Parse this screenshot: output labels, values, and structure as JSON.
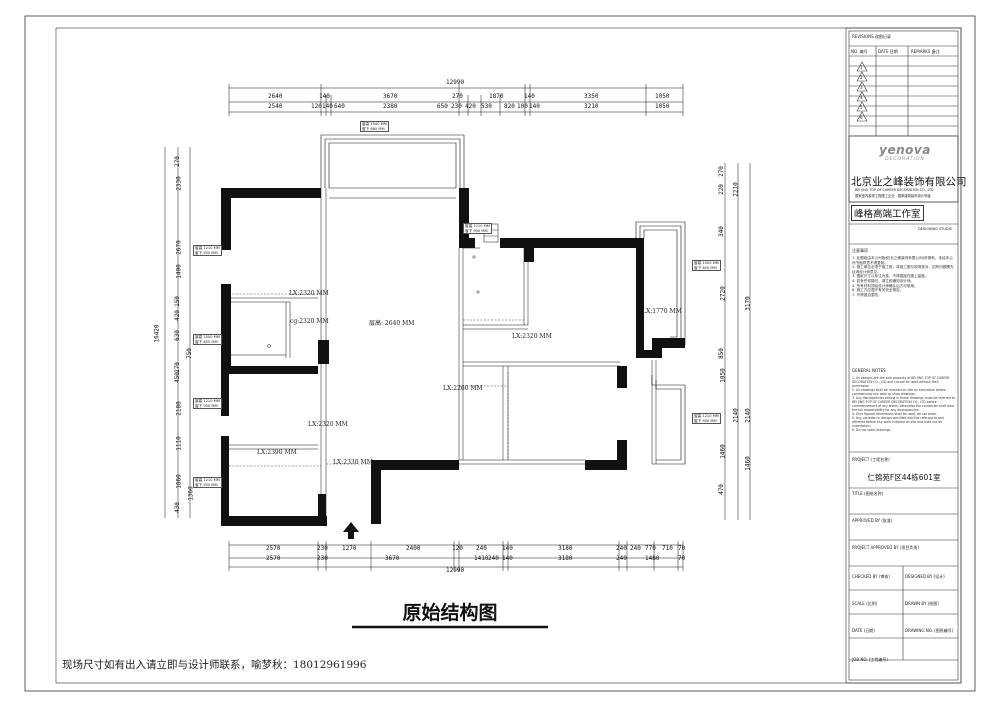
{
  "drawing": {
    "title": "原始结构图",
    "footer_note": "现场尺寸如有出入请立即与设计师联系，喻梦秋：18012961996"
  },
  "dimensions": {
    "top_total": "12990",
    "top_row1": [
      "2640",
      "140",
      "3670",
      "270",
      "1870",
      "140",
      "3350",
      "1050"
    ],
    "top_row2": [
      "2540",
      "120",
      "140",
      "640",
      "2380",
      "650",
      "230",
      "420",
      "530",
      "820",
      "100",
      "140",
      "3210",
      "1050"
    ],
    "bottom_row1": [
      "2570",
      "230",
      "1270",
      "2400",
      "120",
      "240",
      "140",
      "3180",
      "240",
      "240",
      "770",
      "710",
      "70"
    ],
    "bottom_row2": [
      "2570",
      "230",
      "3670",
      "1410",
      "240",
      "140",
      "3180",
      "240",
      "1480",
      "70"
    ],
    "bottom_total": "12990",
    "left_total": "16420",
    "left": [
      "270",
      "2330",
      "2670",
      "1400",
      "150",
      "420",
      "630",
      "750",
      "270",
      "450",
      "2180",
      "1110",
      "1860",
      "1360",
      "430"
    ],
    "right": [
      "270",
      "220",
      "2210",
      "340",
      "3170",
      "2720",
      "850",
      "1050",
      "2140",
      "2140",
      "1460",
      "1460",
      "470"
    ]
  },
  "rooms": {
    "living_height": "层高: 2640 MM",
    "lx1": "LX:2320 MM",
    "cg1": "cg:2320 MM",
    "lx2": "LX:2320 MM",
    "lx3": "LX:2320 MM",
    "lx4": "LX:2390 MM",
    "lx5": "LX:2330 MM",
    "lx6": "LX:2260 MM",
    "lx7": "LX:2320 MM",
    "lx8": "LX:1770 MM"
  },
  "window_tags": {
    "line1": "窗高",
    "line2": "窗下",
    "v1": "1540 MM",
    "v2": "880 MM",
    "v3": "1210 MM",
    "v4": "900 MM",
    "v5": "1500 MM",
    "v6": "850 MM"
  },
  "title_block": {
    "revisions_heading": "REVISIONS 改图记录",
    "rev_col1": "NO. 编号",
    "rev_col2": "DATE 日期",
    "rev_col3": "REMARKS 备注",
    "rev_marks": [
      "1",
      "2",
      "3",
      "4",
      "5",
      "6"
    ],
    "logo_text": "yenova",
    "logo_sub": "DECORATION",
    "company_cn": "北京业之峰装饰有限公司",
    "company_en": "BEI JING TOP OF CAREER DECORATION CO., LTD",
    "company_en2": "国家室内装饰工程施工企业 · 国家建筑装饰设计甲级",
    "studio": "峰格高端工作室",
    "studio_en": "DESIGNING STUDIO",
    "notes_heading": "注意事项",
    "notes_cn": "1. 此图纸由本公司版权(业之峰装饰有限公司)所拥有，未经本公司书面同意不得复制。\n2. 施工单位必须于施工前，将施工图与现场核对，如有问题需先征询设计师意见。\n3. 图纸尺寸以标注为准，不得直接在图上量度。\n4. 若有任何疑问，请立即通知设计师。\n5. 所有材料须经设计师确认后方可使用。\n6. 施工方应遵守有关安全规定。\n7. 不得擅自更改。",
    "general_heading": "GENERAL NOTES",
    "general_notes": "1. All designs are the sole property of BEI JING TOP OF CAREER DECORATION CO., LTD and cannot be used without their permission.\n2. All drawings shall be checked on site by contractor before commencing any work or shop drawings.\n3. Any discrepancies arising in these drawings must be referred to BEI JING TOP OF CAREER DECORATION CO., LTD before commencement of any works, otherwise the contractor shall bear the full responsibility for any discrepancies.\n4. Only figured dimensions shall be used, do not scale.\n5. Any variation in design specified shall be referred to and affirmed before any work initiated on site and shall not be undertaken.\n6. Do not scale drawings.",
    "project_label": "PROJECT (工程名称)",
    "project_name": "仁锦苑F区44栋601室",
    "title_label": "TITLE (图纸名称)",
    "approved_label": "APPROVED BY (批准)",
    "project_approved_label": "PROJECT APPROVED BY (项目负责)",
    "checked_label": "CHECKED BY (审核)",
    "designed_label": "DESIGNED BY (设计)",
    "scale_label": "SCALE (比例)",
    "drawn_label": "DRAWN BY (绘图)",
    "date_label": "DATE (日期)",
    "drawing_no_label": "DRAWING NO. (图纸编号)",
    "job_label": "JOB NO. (工程编号)"
  }
}
